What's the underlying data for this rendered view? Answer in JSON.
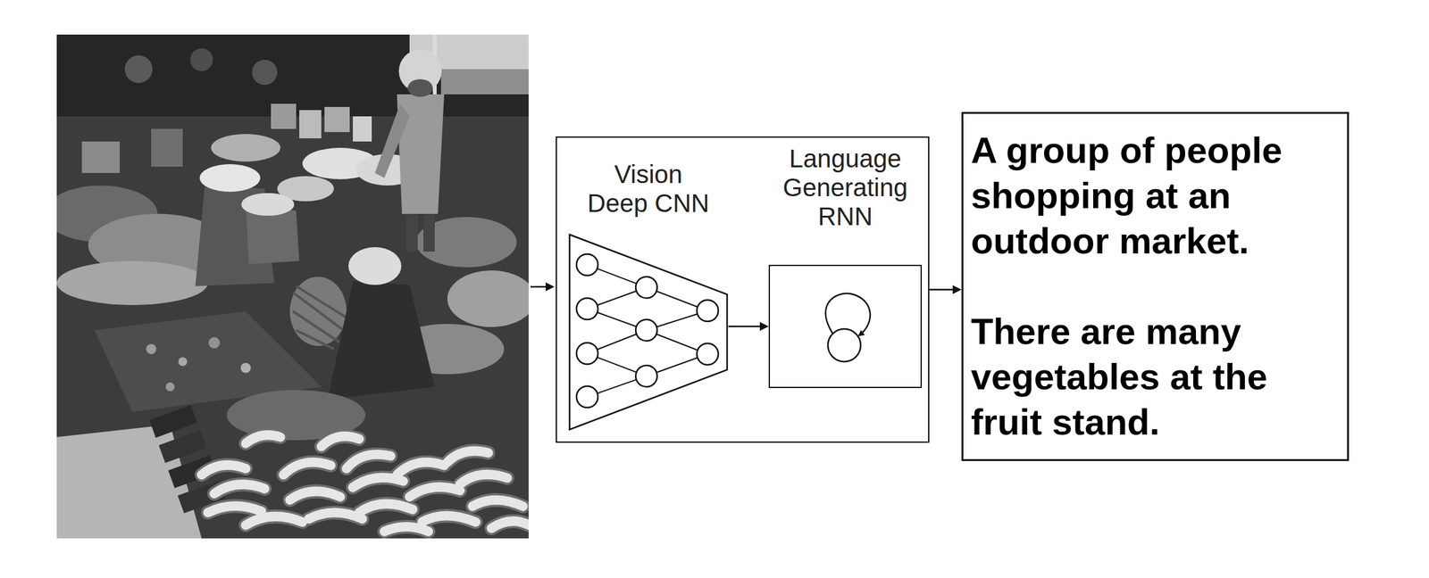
{
  "diagram": {
    "nodes": [
      {
        "text": []
      },
      {
        "text": [
          "Vision Deep CNN"
        ],
        "in": 0
      },
      {
        "text": [
          "Language Generating RNN"
        ],
        "in": 0
      },
      {
        "text": [
          "A group of people shopping at an outdoor market.",
          "There are many vegetables at the fruit stand."
        ]
      }
    ],
    "edges": [
      {
        "from": 1,
        "to": 2,
        "arrow": "to"
      },
      {
        "from": 0,
        "to": 3,
        "arrow": "to"
      }
    ]
  }
}
